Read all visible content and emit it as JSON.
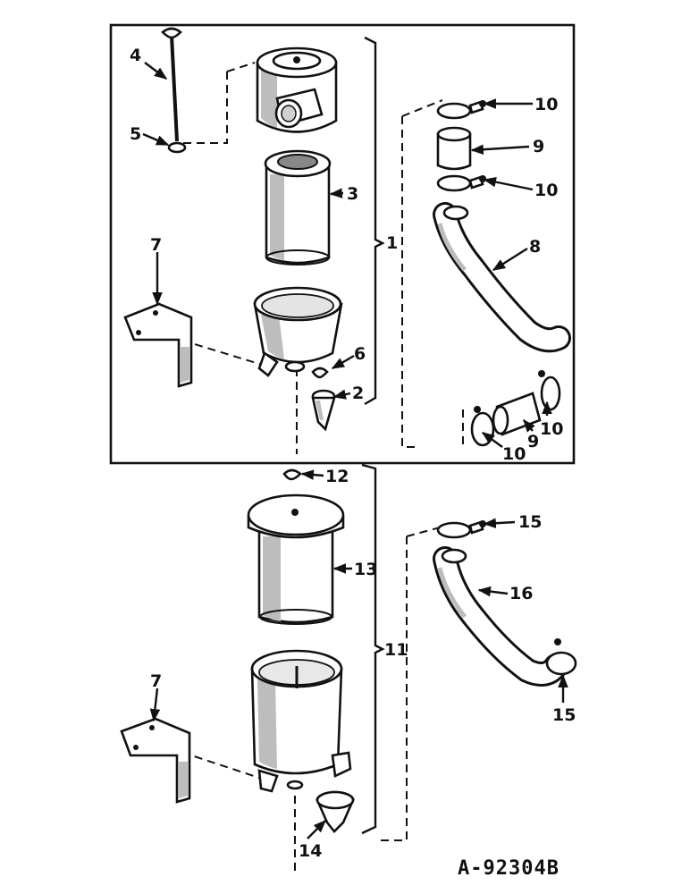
{
  "diagram": {
    "drawing_number": "A-92304B",
    "callouts": [
      {
        "id": "c1",
        "text": "1"
      },
      {
        "id": "c2",
        "text": "2"
      },
      {
        "id": "c3",
        "text": "3"
      },
      {
        "id": "c4",
        "text": "4"
      },
      {
        "id": "c5",
        "text": "5"
      },
      {
        "id": "c6",
        "text": "6"
      },
      {
        "id": "c7a",
        "text": "7"
      },
      {
        "id": "c7b",
        "text": "7"
      },
      {
        "id": "c8",
        "text": "8"
      },
      {
        "id": "c9a",
        "text": "9"
      },
      {
        "id": "c9b",
        "text": "9"
      },
      {
        "id": "c10a",
        "text": "10"
      },
      {
        "id": "c10b",
        "text": "10"
      },
      {
        "id": "c10c",
        "text": "10"
      },
      {
        "id": "c10d",
        "text": "10"
      },
      {
        "id": "c11",
        "text": "11"
      },
      {
        "id": "c12",
        "text": "12"
      },
      {
        "id": "c13",
        "text": "13"
      },
      {
        "id": "c14",
        "text": "14"
      },
      {
        "id": "c15a",
        "text": "15"
      },
      {
        "id": "c15b",
        "text": "15"
      },
      {
        "id": "c16",
        "text": "16"
      }
    ]
  }
}
